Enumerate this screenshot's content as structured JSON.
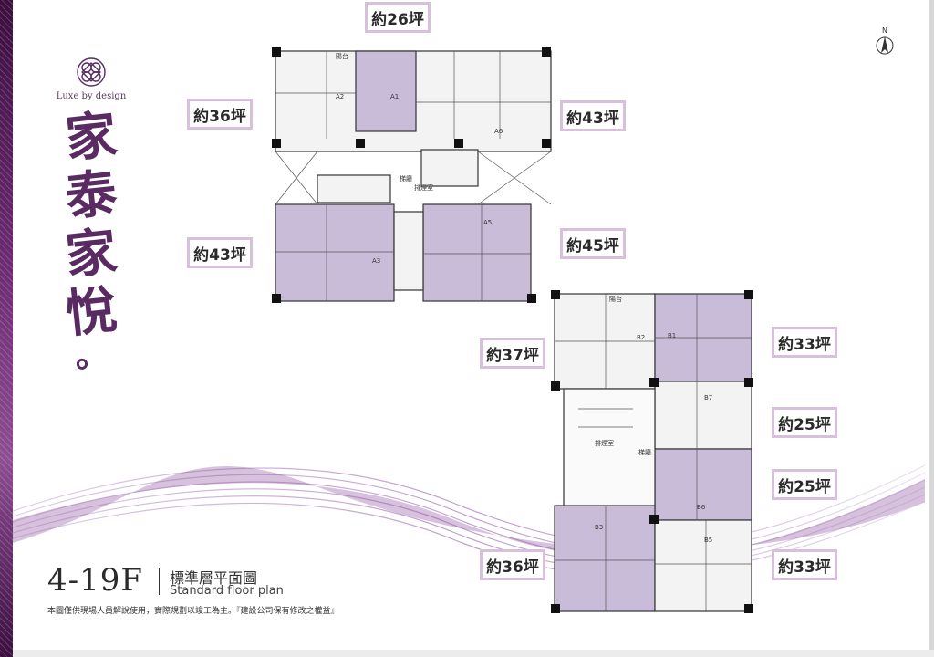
{
  "brand": {
    "logo_text": "Luxe by design"
  },
  "title_chars": [
    "家",
    "泰",
    "家",
    "悅",
    "。"
  ],
  "floor": {
    "number": "4-19F",
    "name_zh": "標準層平面圖",
    "name_en": "Standard floor plan"
  },
  "disclaimer": "本圖僅供現場人員解說使用，實際規劃以竣工為主。『建設公司保有修改之權益』",
  "compass": {
    "label": "N"
  },
  "tags": [
    {
      "id": "a1",
      "text": "約26坪"
    },
    {
      "id": "a2",
      "text": "約36坪"
    },
    {
      "id": "a6",
      "text": "約43坪"
    },
    {
      "id": "a3",
      "text": "約43坪"
    },
    {
      "id": "a5",
      "text": "約45坪"
    },
    {
      "id": "b2",
      "text": "約37坪"
    },
    {
      "id": "b1",
      "text": "約33坪"
    },
    {
      "id": "b7",
      "text": "約25坪"
    },
    {
      "id": "b6",
      "text": "約25坪"
    },
    {
      "id": "b3",
      "text": "約36坪"
    },
    {
      "id": "b5",
      "text": "約33坪"
    }
  ],
  "plan_a": {
    "units": [
      "A2",
      "A1",
      "A6",
      "A3",
      "A5"
    ],
    "balcony": "陽台",
    "stair": "梯廳",
    "room": "排煙室"
  },
  "plan_b": {
    "units": [
      "B2",
      "B1",
      "B7",
      "B6",
      "B3",
      "B5"
    ],
    "balcony": "陽台",
    "stair": "梯廳",
    "room": "排煙室"
  },
  "colors": {
    "accent": "#5a2b63",
    "unit_fill": "#c9bcd9",
    "tag_border": "#d8bfdc"
  }
}
